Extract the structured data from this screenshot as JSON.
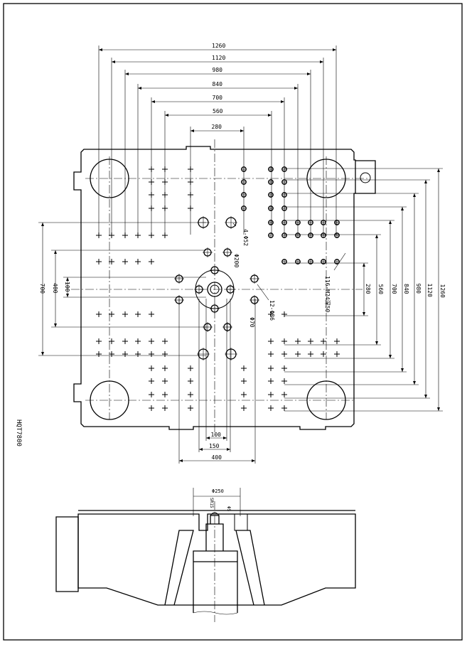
{
  "drawing": {
    "model": "HQT7800",
    "dimensions": {
      "horizontal": [
        "1260",
        "1120",
        "980",
        "840",
        "700",
        "560",
        "280"
      ],
      "vertical_right": [
        "1260",
        "1120",
        "980",
        "840",
        "700",
        "560",
        "280"
      ],
      "vertical_left": [
        "700",
        "400",
        "100"
      ],
      "bottom": [
        "100",
        "150",
        "400"
      ],
      "callouts": {
        "holes_4": "4-Φ52",
        "bore_200": "Φ200",
        "bore_70": "Φ70",
        "holes_12": "12-Φ36",
        "tapped": "116-M24深50"
      }
    },
    "side_view": {
      "diameter": "Φ250",
      "labels": [
        "SR15",
        "Φ5"
      ]
    }
  }
}
